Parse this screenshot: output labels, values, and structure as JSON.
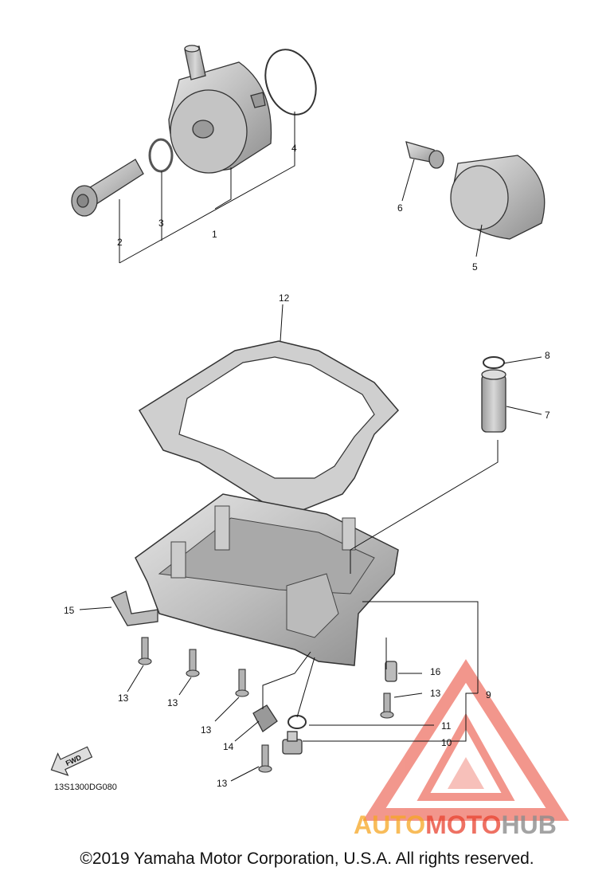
{
  "callouts": {
    "c1": "1",
    "c2": "2",
    "c3": "3",
    "c4": "4",
    "c5": "5",
    "c6": "6",
    "c7": "7",
    "c8": "8",
    "c9": "9",
    "c10": "10",
    "c11": "11",
    "c12": "12",
    "c13": "13",
    "c14": "14",
    "c15": "15",
    "c16": "16"
  },
  "fwd_label": "FWD",
  "drawing_code": "13S1300DG080",
  "watermark": {
    "part1": "AUTO",
    "part2": "MOTO",
    "part3": "HUB"
  },
  "copyright": "©2019 Yamaha Motor Corporation, U.S.A. All rights reserved.",
  "colors": {
    "part_fill": "#c8c8c8",
    "part_dark": "#8a8a8a",
    "watermark_red": "#e8412f",
    "watermark_orange": "#f5a623",
    "watermark_grey": "#8c8c8c"
  }
}
